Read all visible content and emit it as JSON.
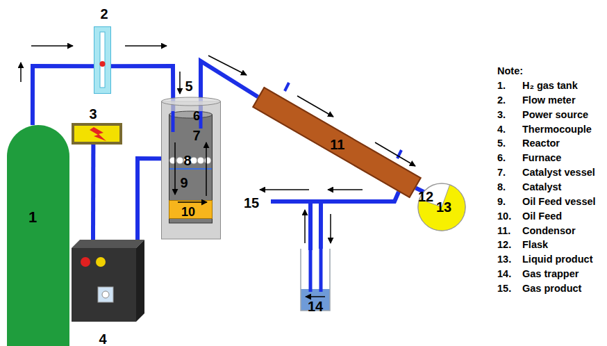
{
  "diagram": {
    "nodes": [
      {
        "text": [
          "1"
        ]
      },
      {
        "text": [
          "2"
        ]
      },
      {
        "text": [
          "3"
        ]
      },
      {
        "text": [
          "4"
        ]
      },
      {
        "text": [
          "5"
        ]
      },
      {
        "text": [
          "6",
          "7"
        ],
        "in": 4
      },
      {
        "text": [
          "10"
        ],
        "in": 5
      },
      {
        "text": [
          "11"
        ]
      },
      {
        "text": [
          "12",
          "13"
        ]
      },
      {
        "text": [
          "14"
        ]
      }
    ],
    "edges": [
      {
        "from": 0,
        "to": 1,
        "arrow": "none"
      },
      {
        "from": 1,
        "to": 5,
        "arrow": "none"
      },
      {
        "from": 5,
        "to": 7,
        "arrow": "none"
      },
      {
        "from": 7,
        "to": 8,
        "arrow": "none"
      },
      {
        "from": 7,
        "to": 9,
        "arrow": "none"
      },
      {
        "from": 2,
        "to": 3,
        "arrow": "none"
      },
      {
        "from": 3,
        "to": 4,
        "arrow": "none"
      }
    ],
    "labels": [
      "8",
      "9",
      "15",
      "Note:",
      "1.",
      "H₂ gas tank",
      "2.",
      "Flow meter",
      "3.",
      "Power source",
      "4.",
      "Thermocouple",
      "5.",
      "Reactor",
      "6.",
      "Furnace",
      "7.",
      "Catalyst vessel",
      "8.",
      "Catalyst",
      "9.",
      "Oil Feed vessel",
      "10.",
      "Oil Feed",
      "11.",
      "Condensor",
      "12.",
      "Flask",
      "13.",
      "Liquid product",
      "14.",
      "Gas trapper",
      "15.",
      "Gas product"
    ]
  }
}
